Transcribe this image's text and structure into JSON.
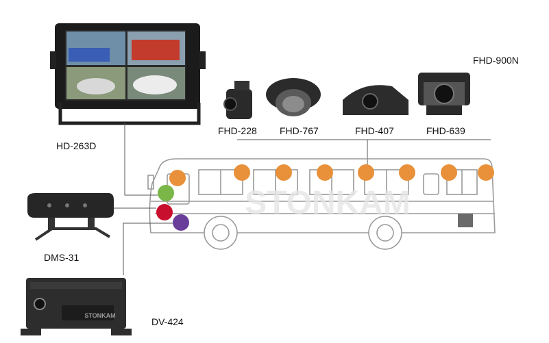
{
  "brand_watermark": "STONKAM",
  "devices": {
    "monitor": "HD-263D",
    "dms": "DMS-31",
    "dvr": "DV-424",
    "camera_series": "FHD-900N",
    "cameras": [
      "FHD-228",
      "FHD-767",
      "FHD-407",
      "FHD-639"
    ]
  },
  "dvr_brand": "STONKAM",
  "colors": {
    "camera_dot": "#e8913a",
    "green_dot": "#7ab648",
    "red_dot": "#c8102e",
    "purple_dot": "#6a3d9a",
    "line": "#555555"
  }
}
